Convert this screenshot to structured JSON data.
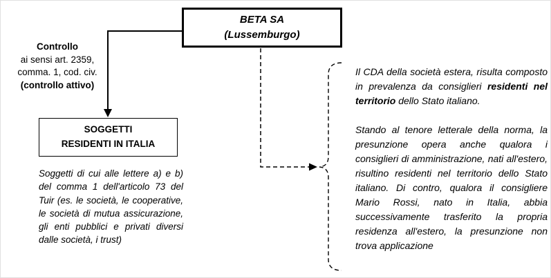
{
  "beta_box": {
    "line1": "BETA SA",
    "line2": "(Lussemburgo)"
  },
  "control_label": {
    "line1": "Controllo",
    "line2": "ai sensi art. 2359,",
    "line3": "comma. 1, cod. civ.",
    "line4": "(controllo attivo)"
  },
  "soggetti_box": {
    "line1": "SOGGETTI",
    "line2": "RESIDENTI IN ITALIA"
  },
  "soggetti_note": "Soggetti di cui alle lettere a) e b) del comma 1 dell'articolo 73 del Tuir (es. le società, le cooperative, le società di mutua assicurazione, gli enti pubblici e privati diversi dalle società, i trust)",
  "right_note": {
    "p1_before": "Il CDA della società estera, risulta composto in prevalenza da consiglieri ",
    "p1_bold": "residenti nel territorio",
    "p1_after": " dello Stato italiano.",
    "p2": "Stando al tenore letterale della norma, la presunzione opera anche qualora i consiglieri di amministrazione, nati all'estero, risultino residenti nel territorio dello Stato italiano. Di contro, qualora il consigliere Mario Rossi, nato in Italia, abbia successivamente trasferito la propria residenza all'estero, la presunzione non trova applicazione"
  },
  "colors": {
    "line": "#000000",
    "background": "#ffffff"
  }
}
